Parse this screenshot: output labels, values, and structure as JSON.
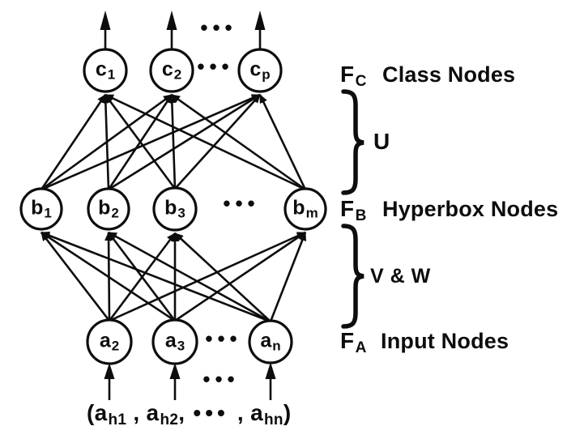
{
  "figure": {
    "background": "#ffffff",
    "ink": "#0d0d0d",
    "ellipsis": "•••",
    "layers": {
      "class": {
        "nodes": [
          {
            "main": "c",
            "sub": "1"
          },
          {
            "main": "c",
            "sub": "2"
          },
          {
            "main": "c",
            "sub": "p"
          }
        ],
        "set_symbol": {
          "main": "F",
          "sub": "C"
        },
        "name": "Class Nodes"
      },
      "hyperbox": {
        "nodes": [
          {
            "main": "b",
            "sub": "1"
          },
          {
            "main": "b",
            "sub": "2"
          },
          {
            "main": "b",
            "sub": "3"
          },
          {
            "main": "b",
            "sub": "m"
          }
        ],
        "set_symbol": {
          "main": "F",
          "sub": "B"
        },
        "name": "Hyperbox Nodes"
      },
      "input": {
        "nodes": [
          {
            "main": "a",
            "sub": "2"
          },
          {
            "main": "a",
            "sub": "3"
          },
          {
            "main": "a",
            "sub": "n"
          }
        ],
        "set_symbol": {
          "main": "F",
          "sub": "A"
        },
        "name": "Input Nodes"
      }
    },
    "weight_labels": {
      "class_hyperbox": "U",
      "hyperbox_input": "V & W"
    },
    "input_vector": {
      "part1": "(a",
      "sub1": "h1",
      "part2": " , a",
      "sub2": "h2",
      "part3": ", ",
      "dots": "•••",
      "part4": " , a",
      "sub3": "hn",
      "part5": ")"
    }
  }
}
